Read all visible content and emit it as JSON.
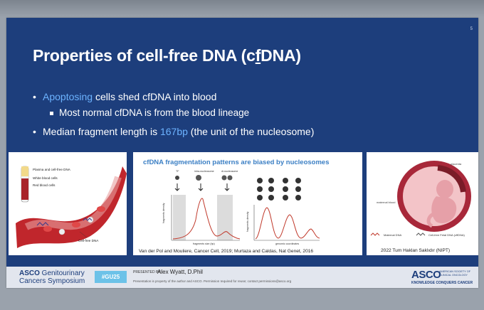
{
  "slide": {
    "page_number": "5",
    "title_pre": "Properties of cell-free DNA (c",
    "title_under": "f",
    "title_post": "DNA)",
    "bullet1_highlight": "Apoptosing",
    "bullet1_rest": " cells shed cfDNA into blood",
    "bullet2": "Most normal cfDNA is from the blood lineage",
    "bullet3_pre": "Median fragment length is ",
    "bullet3_highlight": "167bp",
    "bullet3_post": " (the unit of the nucleosome)",
    "accent_color": "#6cb3ff",
    "background_color": "#1d3e7c"
  },
  "panel_left": {
    "labels": [
      "Plasma and cell-free DNA",
      "White blood cells",
      "Red blood cells",
      "Cell-free DNA"
    ]
  },
  "panel_middle": {
    "title": "cfDNA fragmentation patterns are biased by nucleosomes",
    "top_labels": [
      "TF",
      "intra-nucleosome",
      "di-nucleosome"
    ],
    "ylabel_left": "fragments density",
    "xlabel_left": "fragments size (bp)",
    "ylabel_right": "fragments density",
    "xlabel_right": "genomic coordinates",
    "caption": "Van der Pol and Mouliere, Cancer Cell, 2019; Murtaza and Caldas, Nat Genet, 2016"
  },
  "panel_right": {
    "labels": [
      "placenta",
      "maternal blood"
    ],
    "legend": [
      "Maternal DNA",
      "Cell-free Fetal DNA (cffDNA)"
    ],
    "caption": "2022 Tum Haklan Saklıdır (NIPT)"
  },
  "footer": {
    "asco_line1_bold": "ASCO",
    "asco_line1_rest": " Genitourinary",
    "asco_line2": "Cancers Symposium",
    "hashtag": "#GU25",
    "presented_by": "PRESENTED BY:",
    "presenter": "Alex Wyatt, D.Phil",
    "disclaimer": "Presentation is property of the author and ASCO. Permission required for reuse; contact permissions@asco.org",
    "asco_logo": "ASCO",
    "asco_logo_sub": "AMERICAN SOCIETY OF CLINICAL ONCOLOGY",
    "asco_tagline": "KNOWLEDGE CONQUERS CANCER"
  }
}
